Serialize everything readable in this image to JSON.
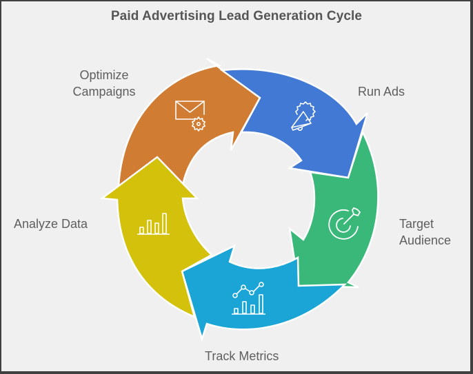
{
  "title": "Paid Advertising Lead Generation Cycle",
  "colors": {
    "background": "#f0f0f0",
    "border": "#404040",
    "title": "#555555",
    "label": "#5e5e5e",
    "optimize": "#d07c32",
    "run_ads": "#4279d4",
    "target": "#3ab87a",
    "track": "#1ba5d6",
    "analyze": "#d4c10c"
  },
  "steps": [
    {
      "id": "run-ads",
      "label": "Run Ads",
      "icon": "megaphone-icon",
      "color": "#4279d4"
    },
    {
      "id": "target-audience",
      "label_line1": "Target",
      "label_line2": "Audience",
      "icon": "target-icon",
      "color": "#3ab87a"
    },
    {
      "id": "track-metrics",
      "label": "Track Metrics",
      "icon": "line-bar-chart-icon",
      "color": "#1ba5d6"
    },
    {
      "id": "analyze-data",
      "label": "Analyze Data",
      "icon": "bar-chart-icon",
      "color": "#d4c10c"
    },
    {
      "id": "optimize-campaigns",
      "label_line1": "Optimize",
      "label_line2": "Campaigns",
      "icon": "email-settings-icon",
      "color": "#d07c32"
    }
  ]
}
